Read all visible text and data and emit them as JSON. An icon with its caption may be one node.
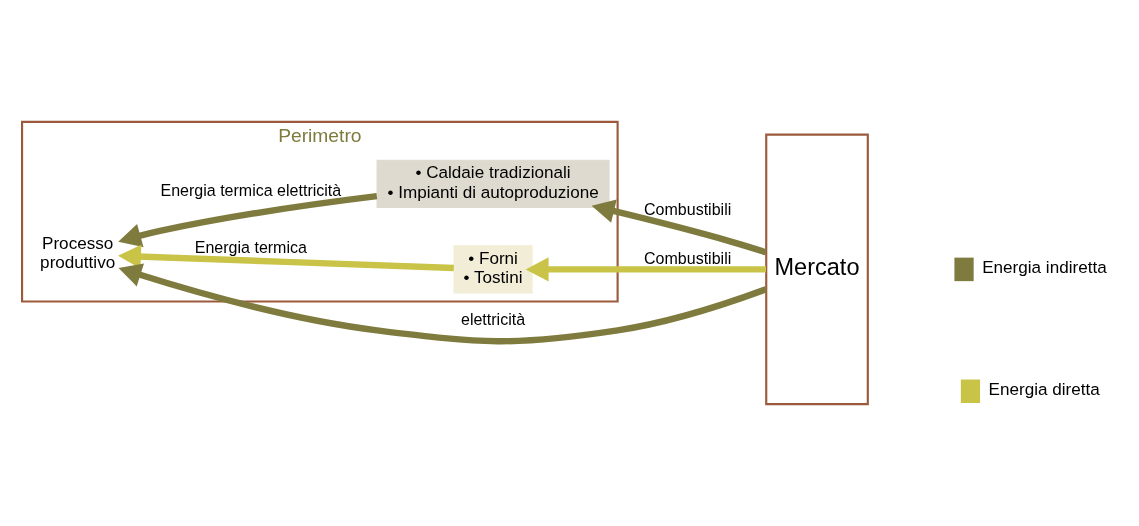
{
  "diagram": {
    "nodes": [
      {
        "text": [
          "Perimetro"
        ]
      },
      {
        "text": [
          "Processo",
          "produttivo"
        ],
        "in": 0
      },
      {
        "text": [
          "• Caldaie tradizionali",
          "• Impianti di autoproduzione"
        ],
        "in": 0
      },
      {
        "text": [
          "• Forni",
          "• Tostini"
        ],
        "in": 0
      },
      {
        "text": [
          "Mercato"
        ]
      }
    ],
    "edges": [
      {
        "from": 4,
        "to": 2,
        "arrow": "to",
        "label": "Combustibili"
      },
      {
        "from": 2,
        "to": 1,
        "arrow": "to",
        "label": "Energia termica elettricità"
      },
      {
        "from": 4,
        "to": 1,
        "arrow": "to",
        "label": "elettricità"
      },
      {
        "from": 4,
        "to": 3,
        "arrow": "to",
        "label": "Combustibili",
        "color": "#c9c447"
      },
      {
        "from": 3,
        "to": 1,
        "arrow": "to",
        "label": "Energia termica",
        "color": "#c9c447"
      }
    ],
    "legend": [
      {
        "text": "Energia indiretta",
        "color": "#7f7b3e"
      },
      {
        "text": "Energia diretta",
        "color": "#c9c447"
      }
    ]
  }
}
